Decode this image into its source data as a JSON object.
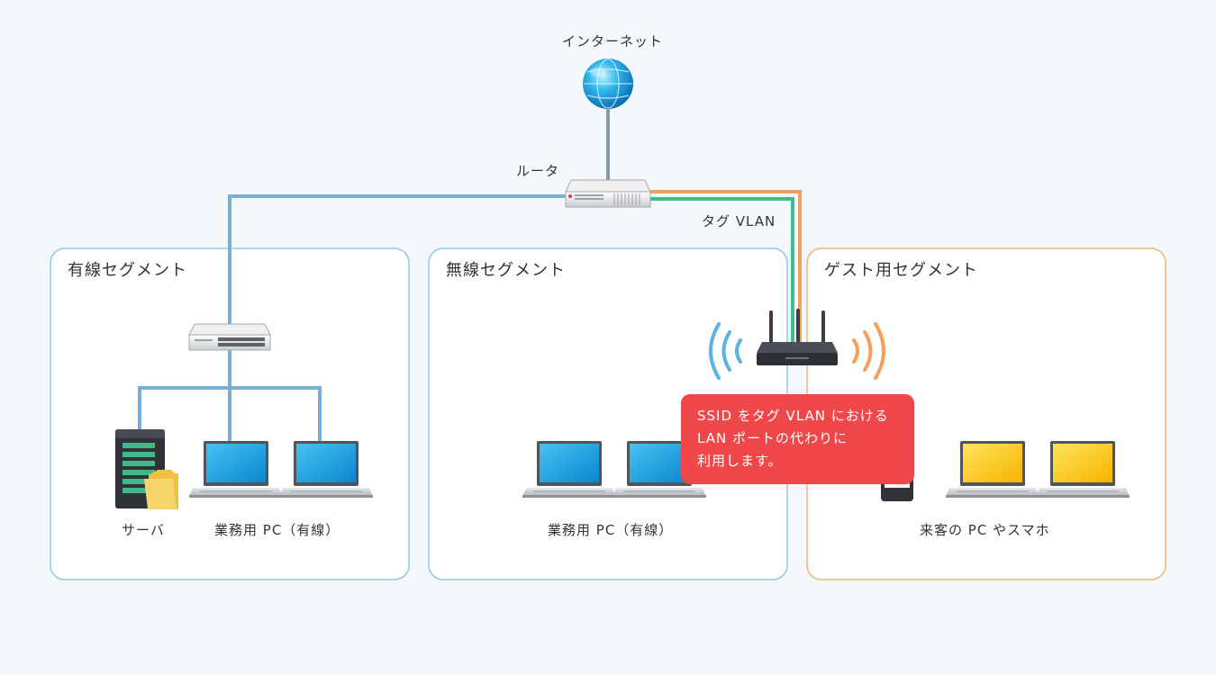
{
  "nodes": {
    "internet": "インターネット",
    "router": "ルータ",
    "tag_vlan": "タグ VLAN",
    "server": "サーバ",
    "wired_pc_1": "業務用 PC（有線）",
    "wired_pc_2": "業務用 PC（有線）",
    "guest_devices": "来客の PC やスマホ"
  },
  "segments": {
    "wired": "有線セグメント",
    "wireless": "無線セグメント",
    "guest": "ゲスト用セグメント"
  },
  "callout": {
    "line1": "SSID をタグ VLAN における",
    "line2": "LAN ポートの代わりに",
    "line3": "利用します。"
  },
  "colors": {
    "wired_line": "#7aaed4",
    "guest_line": "#f5a05a",
    "wireless_line": "#3dbf8a",
    "wired_box": "#8ec9ea",
    "guest_box": "#f5b27a",
    "callout_bg": "#f0484a"
  }
}
